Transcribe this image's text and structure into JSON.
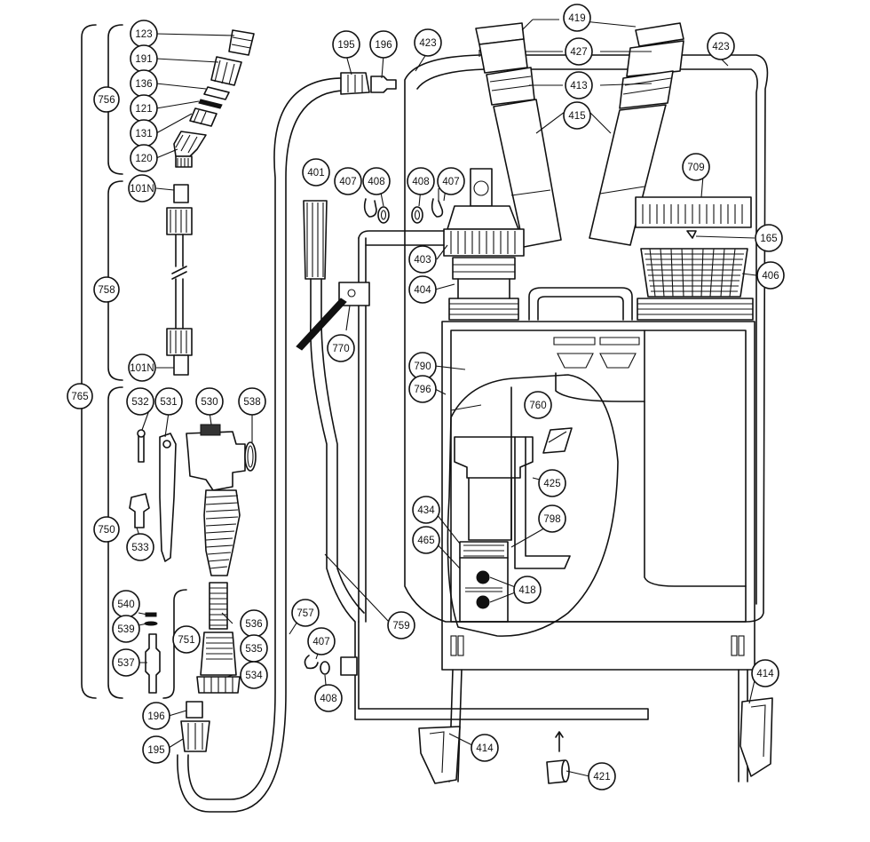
{
  "diagram": {
    "part_labels": [
      "123",
      "191",
      "136",
      "121",
      "131",
      "120",
      "101N",
      "101N",
      "532",
      "531",
      "530",
      "538",
      "533",
      "540",
      "539",
      "537",
      "536",
      "535",
      "534",
      "751",
      "196",
      "195",
      "195",
      "196",
      "423",
      "423",
      "419",
      "427",
      "413",
      "415",
      "709",
      "165",
      "406",
      "401",
      "407",
      "408",
      "408",
      "407",
      "403",
      "404",
      "770",
      "790",
      "796",
      "760",
      "425",
      "434",
      "798",
      "465",
      "418",
      "757",
      "759",
      "407",
      "408",
      "414",
      "414",
      "421"
    ],
    "group_labels": [
      "756",
      "758",
      "765",
      "750"
    ],
    "colors": {
      "line": "#111111",
      "background": "#ffffff"
    }
  }
}
